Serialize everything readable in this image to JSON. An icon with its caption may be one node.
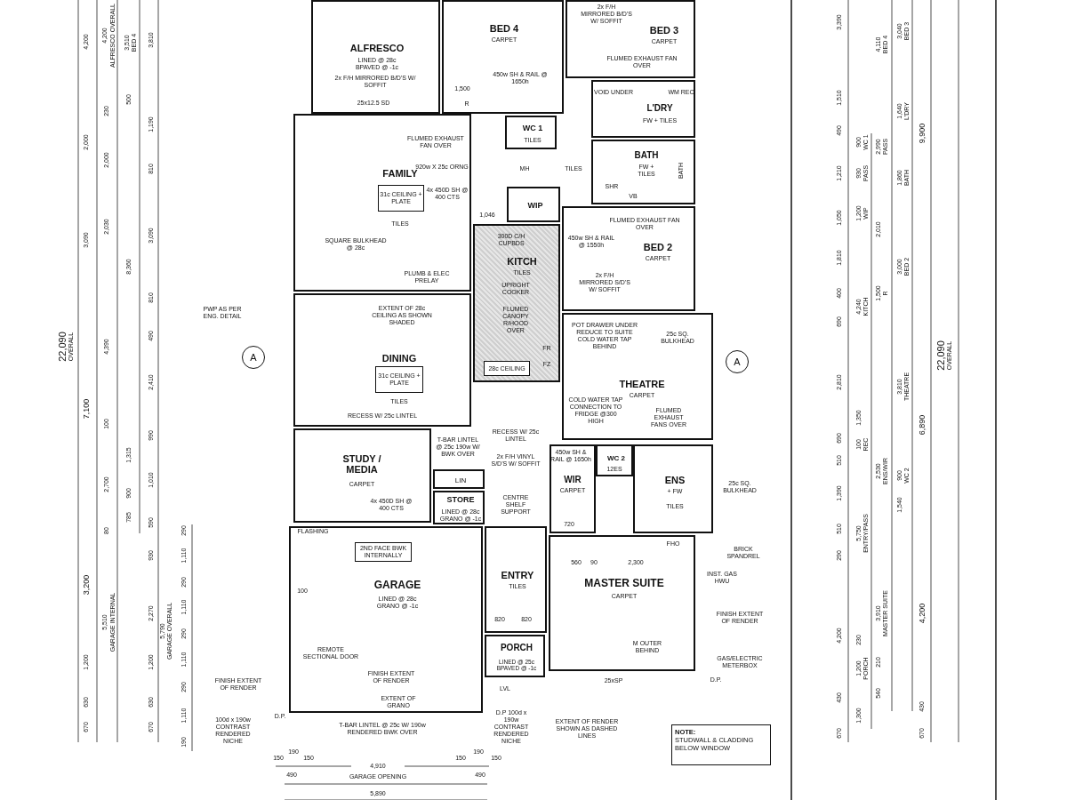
{
  "diagram": {
    "nodes": [
      {
        "text": [
          "ALFRESCO",
          "LINED @ 28c BPAVED @ -1c"
        ]
      },
      {
        "text": [
          "BED 4",
          "CARPET"
        ]
      },
      {
        "text": [
          "BED 3",
          "CARPET"
        ]
      },
      {
        "text": [
          "WC 1",
          "TILES"
        ]
      },
      {
        "text": [
          "L'DRY",
          "FW + TILES"
        ]
      },
      {
        "text": [
          "BATH",
          "FW + TILES"
        ]
      },
      {
        "text": [
          "FAMILY",
          "TILES"
        ]
      },
      {
        "text": [
          "31c CEILING + PLATE"
        ],
        "in": 6
      },
      {
        "text": [
          "WIP"
        ]
      },
      {
        "text": [
          "KITCH",
          "TILES"
        ]
      },
      {
        "text": [
          "BED 2",
          "CARPET"
        ]
      },
      {
        "text": [
          "DINING",
          "TILES"
        ]
      },
      {
        "text": [
          "31c CEILING + PLATE"
        ],
        "in": 11
      },
      {
        "text": [
          "28c CEILING"
        ],
        "in": 9
      },
      {
        "text": [
          "THEATRE",
          "CARPET"
        ]
      },
      {
        "text": [
          "STUDY / MEDIA",
          "CARPET"
        ]
      },
      {
        "text": [
          "LIN"
        ]
      },
      {
        "text": [
          "STORE",
          "LINED @ 28c GRANO @ -1c"
        ]
      },
      {
        "text": [
          "WIR",
          "CARPET"
        ]
      },
      {
        "text": [
          "WC 2"
        ]
      },
      {
        "text": [
          "ENS",
          "+ FW",
          "TILES"
        ]
      },
      {
        "text": [
          "GARAGE",
          "LINED @ 28c GRANO @ -1c"
        ]
      },
      {
        "text": [
          "2ND FACE BWK INTERNALLY"
        ],
        "in": 21
      },
      {
        "text": [
          "ENTRY",
          "TILES"
        ]
      },
      {
        "text": [
          "MASTER SUITE",
          "CARPET"
        ]
      },
      {
        "text": [
          "PORCH",
          "LINED @ 25c BPAVED @ -1c"
        ]
      },
      {
        "text": [
          "NOTE:",
          "STUDWALL & CLADDING BELOW WINDOW"
        ]
      },
      {
        "text": [
          "A"
        ]
      },
      {
        "text": [
          "A"
        ]
      }
    ],
    "labels": [
      "2x F/H MIRRORED B/D'S W/ SOFFIT",
      "25x12.5 SD",
      "2x F/H MIRRORED B/D'S W/ SOFFIT",
      "450w SH & RAIL @ 1650h",
      "1,500",
      "R",
      "FLUMED EXHAUST FAN OVER",
      "VOID UNDER",
      "WM REC",
      "FLUMED EXHAUST FAN OVER",
      "TILES",
      "920w X 25c ORNG",
      "MH",
      "4x 450D SH @ 400 CTS",
      "1,046",
      "SHR",
      "VB",
      "BATH",
      "SQUARE BULKHEAD @ 28c",
      "300D C/H CUPBDS",
      "FLUMED EXHAUST FAN OVER",
      "450w SH & RAIL @ 1550h",
      "2x F/H MIRRORED S/D'S W/ SOFFIT",
      "PLUMB & ELEC PRELAY",
      "UPRIGHT COOKER",
      "FLUMED CANOPY R/HOOD OVER",
      "FR",
      "FZ",
      "PWP AS PER ENG. DETAIL",
      "EXTENT OF 28c CEILING AS SHOWN SHADED",
      "POT DRAWER UNDER REDUCE TO SUITE COLD WATER TAP BEHIND",
      "25c SQ. BULKHEAD",
      "COLD WATER TAP CONNECTION TO FRIDGE @300 HIGH",
      "FLUMED EXHAUST FANS OVER",
      "RECESS W/ 25c LINTEL",
      "T-BAR LINTEL @ 25c 190w W/ BWK OVER",
      "RECESS W/ 25c LINTEL",
      "2x F/H VINYL S/D'S W/ SOFFIT",
      "4x 450D SH @ 400 CTS",
      "CENTRE SHELF SUPPORT",
      "450w SH & RAIL @ 1650h",
      "12ES",
      "720",
      "25c SQ. BULKHEAD",
      "FLASHING",
      "100",
      "REMOTE SECTIONAL DOOR",
      "FINISH EXTENT OF RENDER",
      "EXTENT OF GRANO",
      "FINISH EXTENT OF RENDER",
      "100d x 190w CONTRAST RENDERED NICHE",
      "T-BAR LINTEL @ 25c W/ 190w RENDERED BWK OVER",
      "D.P 100d x 190w CONTRAST RENDERED NICHE",
      "EXTENT OF RENDER SHOWN AS DASHED LINES",
      "820",
      "820",
      "LVL",
      "560",
      "90",
      "2,300",
      "FHO",
      "BRICK SPANDREL",
      "INST. GAS HWU",
      "FINISH EXTENT OF RENDER",
      "M OUTER BEHIND",
      "GAS/ELECTRIC METERBOX",
      "25xSP",
      "D.P.",
      "D.P.",
      "150",
      "190",
      "150",
      "490",
      "150",
      "190",
      "150",
      "490",
      "4,910",
      "GARAGE OPENING",
      "5,890",
      "4,200",
      "2,000",
      "3,090",
      "7,100",
      "3,200",
      "1,200",
      "630",
      "670",
      "22,090",
      "OVERALL",
      "4,200",
      "ALFRESCO OVERALL",
      "230",
      "2,000",
      "2,030",
      "4,390",
      "100",
      "2,700",
      "80",
      "5,510",
      "GARAGE INTERNAL",
      "3,510",
      "BED 4",
      "500",
      "8,360",
      "1,315",
      "900",
      "785",
      "3,810",
      "1,190",
      "810",
      "3,090",
      "810",
      "490",
      "2,410",
      "990",
      "1,010",
      "590",
      "930",
      "2,270",
      "1,200",
      "630",
      "670",
      "5,790",
      "GARAGE OVERALL",
      "290",
      "1,110",
      "290",
      "1,110",
      "290",
      "1,110",
      "290",
      "1,110",
      "190",
      "3,390",
      "1,510",
      "490",
      "1,210",
      "1,050",
      "1,810",
      "400",
      "690",
      "2,810",
      "690",
      "510",
      "1,390",
      "510",
      "290",
      "4,200",
      "430",
      "670",
      "900",
      "WC 1",
      "930",
      "PASS",
      "1,200",
      "WIP",
      "4,240",
      "KITCH",
      "1,350",
      "100",
      "REC",
      "5,750",
      "ENTRY/PASS",
      "230",
      "1,200",
      "PORCH",
      "1,300",
      "4,110",
      "BED 4",
      "2,990",
      "PASS",
      "2,010",
      "1,500",
      "R",
      "2,530",
      "ENS/WIR",
      "3,910",
      "MASTER SUITE",
      "210",
      "540",
      "3,040",
      "BED 3",
      "1,640",
      "L'DRY",
      "1,860",
      "BATH",
      "3,000",
      "BED 2",
      "3,810",
      "THEATRE",
      "900",
      "WC 2",
      "1,540",
      "9,900",
      "6,890",
      "4,200",
      "430",
      "670",
      "22,090",
      "OVERALL"
    ]
  }
}
